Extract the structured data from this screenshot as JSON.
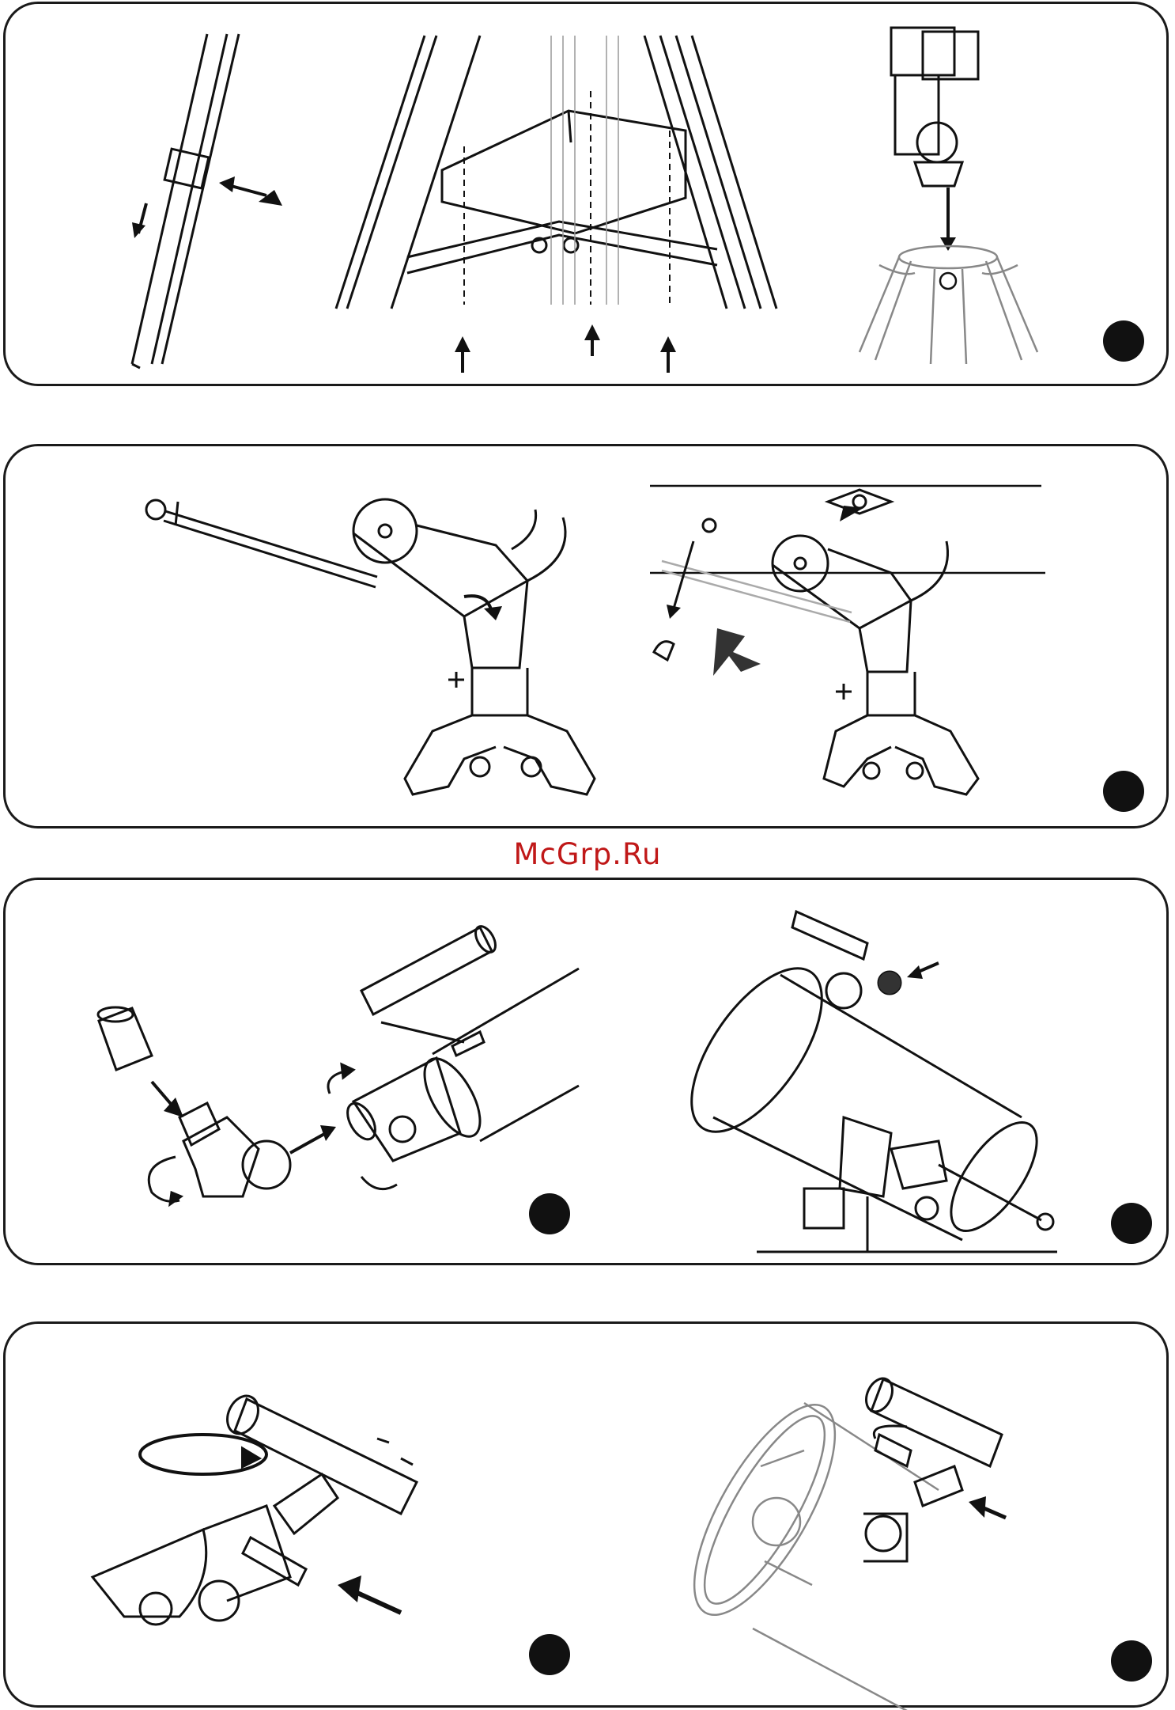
{
  "watermark": {
    "text": "McGrp.Ru",
    "color": "#c01818"
  },
  "panels": [
    {
      "id": 1,
      "illustrations": [
        "tripod-leg-adjust",
        "accessory-tray-mount",
        "mount-head-attach"
      ]
    },
    {
      "id": 2,
      "illustrations": [
        "counterweight-shaft-insert",
        "counterweight-attach"
      ]
    },
    {
      "id": 3,
      "illustrations": [
        "diagonal-eyepiece-insert",
        "reflector-eyepiece-insert"
      ]
    },
    {
      "id": 4,
      "illustrations": [
        "finderscope-bracket-refractor",
        "finderscope-bracket-reflector"
      ]
    }
  ],
  "icons": {
    "step_marker": "filled-black-circle",
    "arrow": "black-arrow",
    "rotate": "rotation-arrow"
  }
}
